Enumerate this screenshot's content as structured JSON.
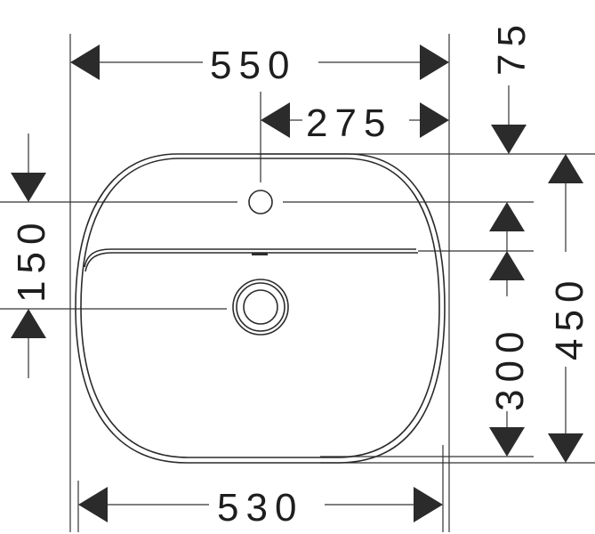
{
  "diagram": {
    "subject": "washbasin dimension drawing (top view)",
    "dimensions": {
      "overall_width": "550",
      "tap_offset_width": "275",
      "bottom_width": "530",
      "rim_to_tap": "75",
      "tap_to_drain": "150",
      "tap_to_back": "300",
      "overall_depth": "450"
    },
    "colors": {
      "line": "#2b2b2b",
      "background": "#ffffff"
    }
  }
}
